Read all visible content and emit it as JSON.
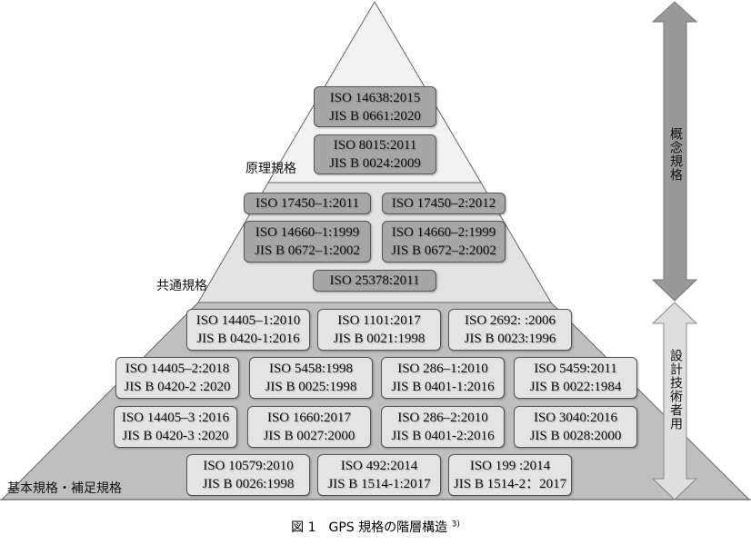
{
  "levels": {
    "top": {
      "label": "原理規格",
      "boxes": [
        {
          "iso": "ISO 14638:2015",
          "jis": "JIS B 0661:2020"
        },
        {
          "iso": "ISO 8015:2011",
          "jis": "JIS B 0024:2009"
        }
      ]
    },
    "middle": {
      "label": "共通規格",
      "boxes": [
        {
          "iso": "ISO 17450–1:2011"
        },
        {
          "iso": "ISO 17450–2:2012"
        },
        {
          "iso": "ISO 14660–1:1999",
          "jis": "JIS B 0672–1:2002"
        },
        {
          "iso": "ISO 14660–2:1999",
          "jis": "JIS B 0672–2:2002"
        },
        {
          "iso": "ISO 25378:2011"
        }
      ]
    },
    "bottom": {
      "label": "基本規格・補足規格",
      "boxes": [
        {
          "iso": "ISO 14405–1:2010",
          "jis": "JIS B 0420-1:2016"
        },
        {
          "iso": "ISO 1101:2017",
          "jis": "JIS B 0021:1998"
        },
        {
          "iso": "ISO 2692: :2006",
          "jis": "JIS B 0023:1996"
        },
        {
          "iso": "ISO 14405–2:2018",
          "jis": "JIS B 0420-2 :2020"
        },
        {
          "iso": "ISO 5458:1998",
          "jis": "JIS B 0025:1998"
        },
        {
          "iso": "ISO 286–1:2010",
          "jis": "JIS B 0401-1:2016"
        },
        {
          "iso": "ISO 5459:2011",
          "jis": "JIS B 0022:1984"
        },
        {
          "iso": "ISO 14405–3 :2016",
          "jis": "JIS B 0420-3 :2020"
        },
        {
          "iso": "ISO 1660:2017",
          "jis": "JIS B 0027:2000"
        },
        {
          "iso": "ISO 286–2:2010",
          "jis": "JIS B 0401-2:2016"
        },
        {
          "iso": "ISO 3040:2016",
          "jis": "JIS B 0028:2000"
        },
        {
          "iso": "ISO 10579:2010",
          "jis": "JIS B 0026:1998"
        },
        {
          "iso": "ISO 492:2014",
          "jis": "JIS B 1514-1:2017"
        },
        {
          "iso": "ISO 199 :2014",
          "jis": "JIS B 1514-2：2017"
        }
      ]
    }
  },
  "arrows": {
    "concept": "概念規格",
    "designer": "設計技術者用"
  },
  "caption": {
    "text": "図 1　GPS 規格の階層構造",
    "ref": "3)"
  }
}
